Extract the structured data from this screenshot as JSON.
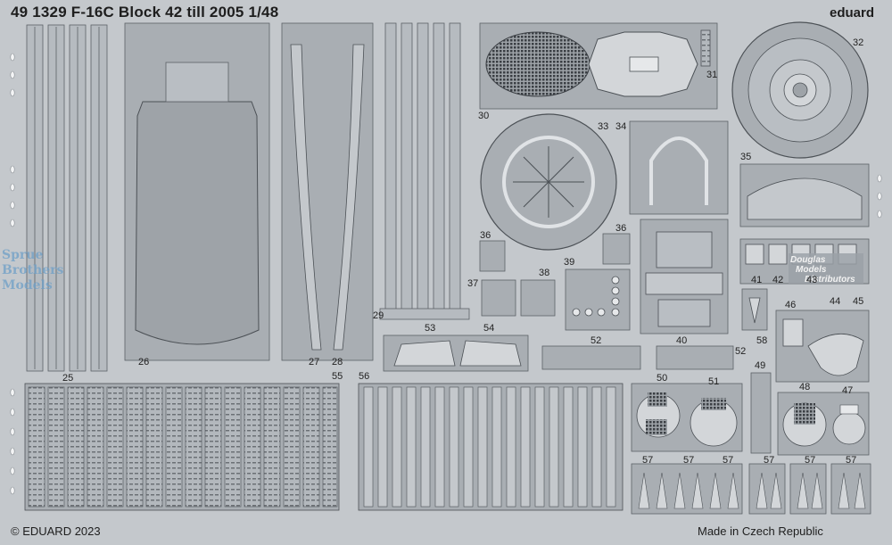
{
  "header": {
    "title": "49 1329  F-16C Block 42 till 2005 1/48",
    "brand": "eduard"
  },
  "footer": {
    "copyright": "© EDUARD 2023",
    "origin": "Made in Czech Republic"
  },
  "watermarks": {
    "seller_line1": "Sprue",
    "seller_line2": "Brothers",
    "seller_line3": "Models",
    "distributor_line1": "Douglas",
    "distributor_line2": "Models",
    "distributor_line3": "Distributors"
  },
  "parts": {
    "p25": "25",
    "p26": "26",
    "p27": "27",
    "p28": "28",
    "p29": "29",
    "p30": "30",
    "p31": "31",
    "p32": "32",
    "p33": "33",
    "p34": "34",
    "p35": "35",
    "p36a": "36",
    "p36b": "36",
    "p37": "37",
    "p38": "38",
    "p39": "39",
    "p40": "40",
    "p41": "41",
    "p42": "42",
    "p43": "43",
    "p44": "44",
    "p45": "45",
    "p46": "46",
    "p47": "47",
    "p48": "48",
    "p49": "49",
    "p50": "50",
    "p51": "51",
    "p52a": "52",
    "p52b": "52",
    "p53": "53",
    "p54": "54",
    "p55": "55",
    "p56": "56",
    "p57a": "57",
    "p57b": "57",
    "p57c": "57",
    "p57d": "57",
    "p57e": "57",
    "p57f": "57",
    "p58": "58"
  }
}
